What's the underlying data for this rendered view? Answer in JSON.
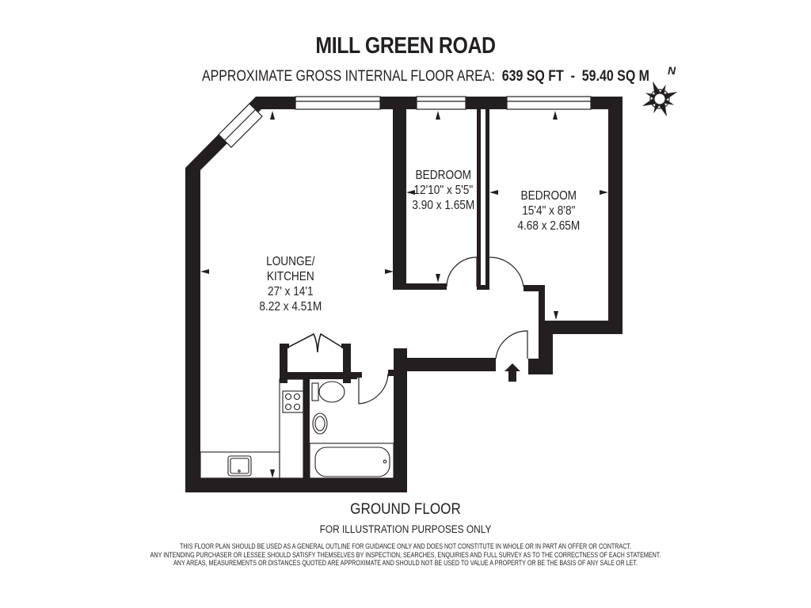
{
  "header": {
    "title": "MILL GREEN ROAD",
    "area_label": "APPROXIMATE GROSS INTERNAL FLOOR AREA:",
    "area_sqft": "639 SQ FT",
    "separator": "-",
    "area_sqm": "59.40 SQ M"
  },
  "compass": {
    "icon": "compass-rose-icon",
    "north_label": "N"
  },
  "rooms": [
    {
      "name_line1": "LOUNGE/",
      "name_line2": "KITCHEN",
      "imperial": "27' x 14'1",
      "metric": "8.22 x 4.51M"
    },
    {
      "name": "BEDROOM",
      "imperial": "12'10\" x 5'5\"",
      "metric": "3.90 x 1.65M"
    },
    {
      "name": "BEDROOM",
      "imperial": "15'4\" x 8'8\"",
      "metric": "4.68 x 2.65M"
    }
  ],
  "fixtures": [
    "hob-icon",
    "sink-icon",
    "toilet-icon",
    "basin-icon",
    "bath-icon",
    "entrance-arrow-icon",
    "storage-cupboard-doors"
  ],
  "footer": {
    "floor": "GROUND FLOOR",
    "note": "FOR ILLUSTRATION PURPOSES ONLY",
    "disclaimer": [
      "THIS FLOOR PLAN SHOULD BE USED AS A GENERAL OUTLINE FOR GUIDANCE ONLY AND DOES NOT CONSTITUTE IN WHOLE OR IN PART AN OFFER OR CONTRACT.",
      "ANY INTENDING PURCHASER OR LESSEE SHOULD SATISFY THEMSELVES BY INSPECTION, SEARCHES, ENQUIRIES AND FULL SURVEY AS TO THE CORRECTNESS OF EACH STATEMENT.",
      "ANY AREAS, MEASUREMENTS OR DISTANCES QUOTED ARE APPROXIMATE AND SHOULD NOT BE USED TO VALUE A PROPERTY OR BE THE BASIS OF ANY SALE OR LET."
    ]
  },
  "colors": {
    "wall": "#231f20",
    "background": "#ffffff"
  }
}
